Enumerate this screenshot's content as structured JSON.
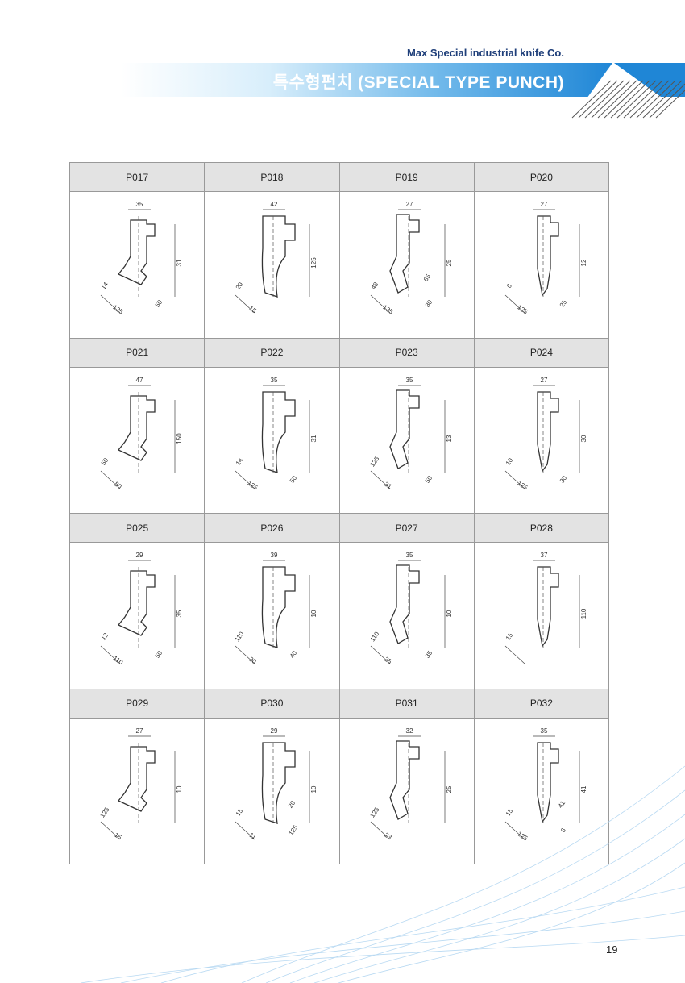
{
  "header": {
    "company": "Max Special industrial knife Co.",
    "title": "특수형펀치 (SPECIAL TYPE PUNCH)"
  },
  "colors": {
    "accent": "#1f86d6",
    "header_bg": "#e3e3e3",
    "grid": "#999999"
  },
  "punches": [
    {
      "code": "P017",
      "dims": [
        "35",
        "31",
        "14",
        "125",
        "50"
      ]
    },
    {
      "code": "P018",
      "dims": [
        "42",
        "125",
        "20",
        "15"
      ]
    },
    {
      "code": "P019",
      "dims": [
        "27",
        "25",
        "48",
        "135",
        "30",
        "65"
      ]
    },
    {
      "code": "P020",
      "dims": [
        "27",
        "12",
        "6",
        "125",
        "25"
      ]
    },
    {
      "code": "P021",
      "dims": [
        "47",
        "150",
        "50",
        "50"
      ]
    },
    {
      "code": "P022",
      "dims": [
        "35",
        "31",
        "14",
        "125",
        "50"
      ]
    },
    {
      "code": "P023",
      "dims": [
        "35",
        "13",
        "125",
        "31",
        "50"
      ]
    },
    {
      "code": "P024",
      "dims": [
        "27",
        "30",
        "10",
        "125",
        "30"
      ]
    },
    {
      "code": "P025",
      "dims": [
        "29",
        "35",
        "12",
        "110",
        "50"
      ]
    },
    {
      "code": "P026",
      "dims": [
        "39",
        "10",
        "110",
        "20",
        "40"
      ]
    },
    {
      "code": "P027",
      "dims": [
        "35",
        "10",
        "110",
        "25",
        "35"
      ]
    },
    {
      "code": "P028",
      "dims": [
        "37",
        "110",
        "15"
      ]
    },
    {
      "code": "P029",
      "dims": [
        "27",
        "10",
        "125",
        "15"
      ]
    },
    {
      "code": "P030",
      "dims": [
        "29",
        "10",
        "15",
        "11",
        "125",
        "20"
      ]
    },
    {
      "code": "P031",
      "dims": [
        "32",
        "25",
        "125",
        "23"
      ]
    },
    {
      "code": "P032",
      "dims": [
        "35",
        "41",
        "15",
        "125",
        "6",
        "41"
      ]
    }
  ],
  "footer": {
    "page": "19"
  }
}
